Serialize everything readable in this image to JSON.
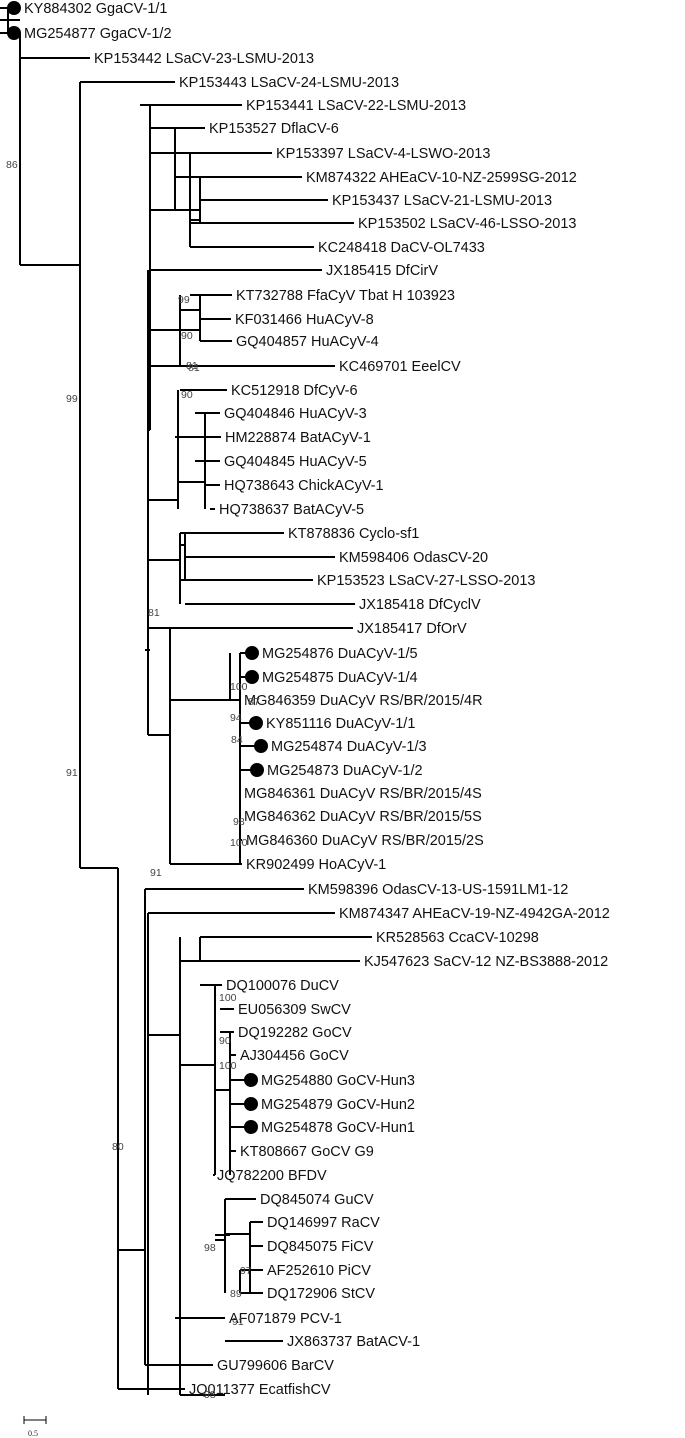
{
  "taxa": [
    {
      "label": "KY884302 GgaCV-1/1",
      "marked": true
    },
    {
      "label": "MG254877 GgaCV-1/2",
      "marked": true
    },
    {
      "label": "KP153442 LSaCV-23-LSMU-2013",
      "marked": false
    },
    {
      "label": "KP153443 LSaCV-24-LSMU-2013",
      "marked": false
    },
    {
      "label": "KP153441 LSaCV-22-LSMU-2013",
      "marked": false
    },
    {
      "label": "KP153527 DflaCV-6",
      "marked": false
    },
    {
      "label": "KP153397 LSaCV-4-LSWO-2013",
      "marked": false
    },
    {
      "label": "KM874322 AHEaCV-10-NZ-2599SG-2012",
      "marked": false
    },
    {
      "label": "KP153437 LSaCV-21-LSMU-2013",
      "marked": false
    },
    {
      "label": "KP153502 LSaCV-46-LSSO-2013",
      "marked": false
    },
    {
      "label": "KC248418 DaCV-OL7433",
      "marked": false
    },
    {
      "label": "JX185415 DfCirV",
      "marked": false
    },
    {
      "label": "KT732788 FfaCyV Tbat H 103923",
      "marked": false
    },
    {
      "label": "KF031466 HuACyV-8",
      "marked": false
    },
    {
      "label": "GQ404857 HuACyV-4",
      "marked": false
    },
    {
      "label": "KC469701 EeelCV",
      "marked": false
    },
    {
      "label": "KC512918 DfCyV-6",
      "marked": false
    },
    {
      "label": "GQ404846 HuACyV-3",
      "marked": false
    },
    {
      "label": "HM228874 BatACyV-1",
      "marked": false
    },
    {
      "label": "GQ404845 HuACyV-5",
      "marked": false
    },
    {
      "label": "HQ738643 ChickACyV-1",
      "marked": false
    },
    {
      "label": "HQ738637 BatACyV-5",
      "marked": false
    },
    {
      "label": "KT878836 Cyclo-sf1",
      "marked": false
    },
    {
      "label": "KM598406 OdasCV-20",
      "marked": false
    },
    {
      "label": "KP153523 LSaCV-27-LSSO-2013",
      "marked": false
    },
    {
      "label": "JX185418 DfCyclV",
      "marked": false
    },
    {
      "label": "JX185417 DfOrV",
      "marked": false
    },
    {
      "label": "MG254876 DuACyV-1/5",
      "marked": true
    },
    {
      "label": "MG254875 DuACyV-1/4",
      "marked": true
    },
    {
      "label": "MG846359 DuACyV RS/BR/2015/4R",
      "marked": false
    },
    {
      "label": "KY851116 DuACyV-1/1",
      "marked": true
    },
    {
      "label": "MG254874 DuACyV-1/3",
      "marked": true
    },
    {
      "label": "MG254873 DuACyV-1/2",
      "marked": true
    },
    {
      "label": "MG846361 DuACyV RS/BR/2015/4S",
      "marked": false
    },
    {
      "label": "MG846362 DuACyV RS/BR/2015/5S",
      "marked": false
    },
    {
      "label": "MG846360 DuACyV RS/BR/2015/2S",
      "marked": false
    },
    {
      "label": "KR902499 HoACyV-1",
      "marked": false
    },
    {
      "label": "KM598396 OdasCV-13-US-1591LM1-12",
      "marked": false
    },
    {
      "label": "KM874347 AHEaCV-19-NZ-4942GA-2012",
      "marked": false
    },
    {
      "label": "KR528563 CcaCV-10298",
      "marked": false
    },
    {
      "label": "KJ547623 SaCV-12 NZ-BS3888-2012",
      "marked": false
    },
    {
      "label": "DQ100076 DuCV",
      "marked": false
    },
    {
      "label": "EU056309 SwCV",
      "marked": false
    },
    {
      "label": "DQ192282 GoCV",
      "marked": false
    },
    {
      "label": "AJ304456 GoCV",
      "marked": false
    },
    {
      "label": "MG254880 GoCV-Hun3",
      "marked": true
    },
    {
      "label": "MG254879 GoCV-Hun2",
      "marked": true
    },
    {
      "label": "MG254878 GoCV-Hun1",
      "marked": true
    },
    {
      "label": "KT808667 GoCV G9",
      "marked": false
    },
    {
      "label": "JQ782200 BFDV",
      "marked": false
    },
    {
      "label": "DQ845074 GuCV",
      "marked": false
    },
    {
      "label": "DQ146997 RaCV",
      "marked": false
    },
    {
      "label": "DQ845075 FiCV",
      "marked": false
    },
    {
      "label": "AF252610 PiCV",
      "marked": false
    },
    {
      "label": "DQ172906 StCV",
      "marked": false
    },
    {
      "label": "AF071879 PCV-1",
      "marked": false
    },
    {
      "label": "JX863737 BatACV-1",
      "marked": false
    },
    {
      "label": "GU799606 BarCV",
      "marked": false
    },
    {
      "label": "JQ011377 EcatfishCV",
      "marked": false
    }
  ],
  "bootstrap_values": [
    "86",
    "99",
    "91",
    "99",
    "81",
    "90",
    "90",
    "81",
    "81",
    "100",
    "87",
    "94",
    "84",
    "98",
    "100",
    "91",
    "100",
    "90",
    "100",
    "80",
    "98",
    "97",
    "89",
    "91",
    "98"
  ],
  "scale_bar": {
    "label": "0.5"
  }
}
